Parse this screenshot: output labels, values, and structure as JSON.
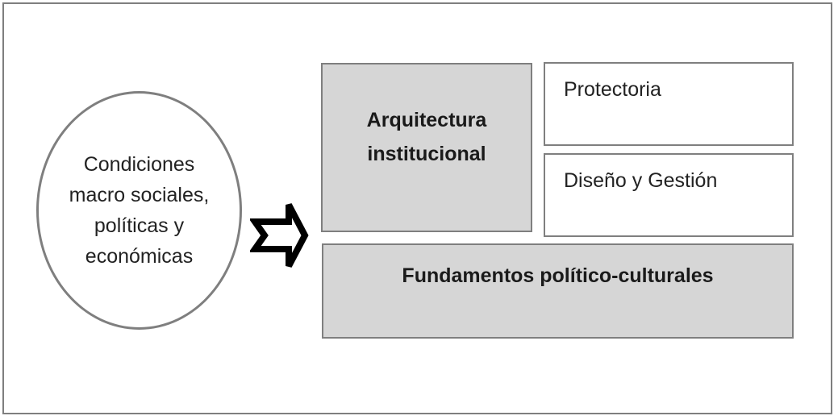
{
  "diagram": {
    "circle": {
      "lines": [
        "Condiciones",
        "macro sociales,",
        "políticas y",
        "económicas"
      ]
    },
    "arrow_icon": "hollow-right-arrow",
    "arquitectura": {
      "lines": [
        "Arquitectura",
        "institucional"
      ]
    },
    "protectoria": "Protectoria",
    "diseno": "Diseño y Gestión",
    "fundamentos": "Fundamentos político-culturales"
  },
  "colors": {
    "gray_box": "#d6d6d6",
    "border": "#7f7f7f",
    "arrow": "#000000"
  }
}
